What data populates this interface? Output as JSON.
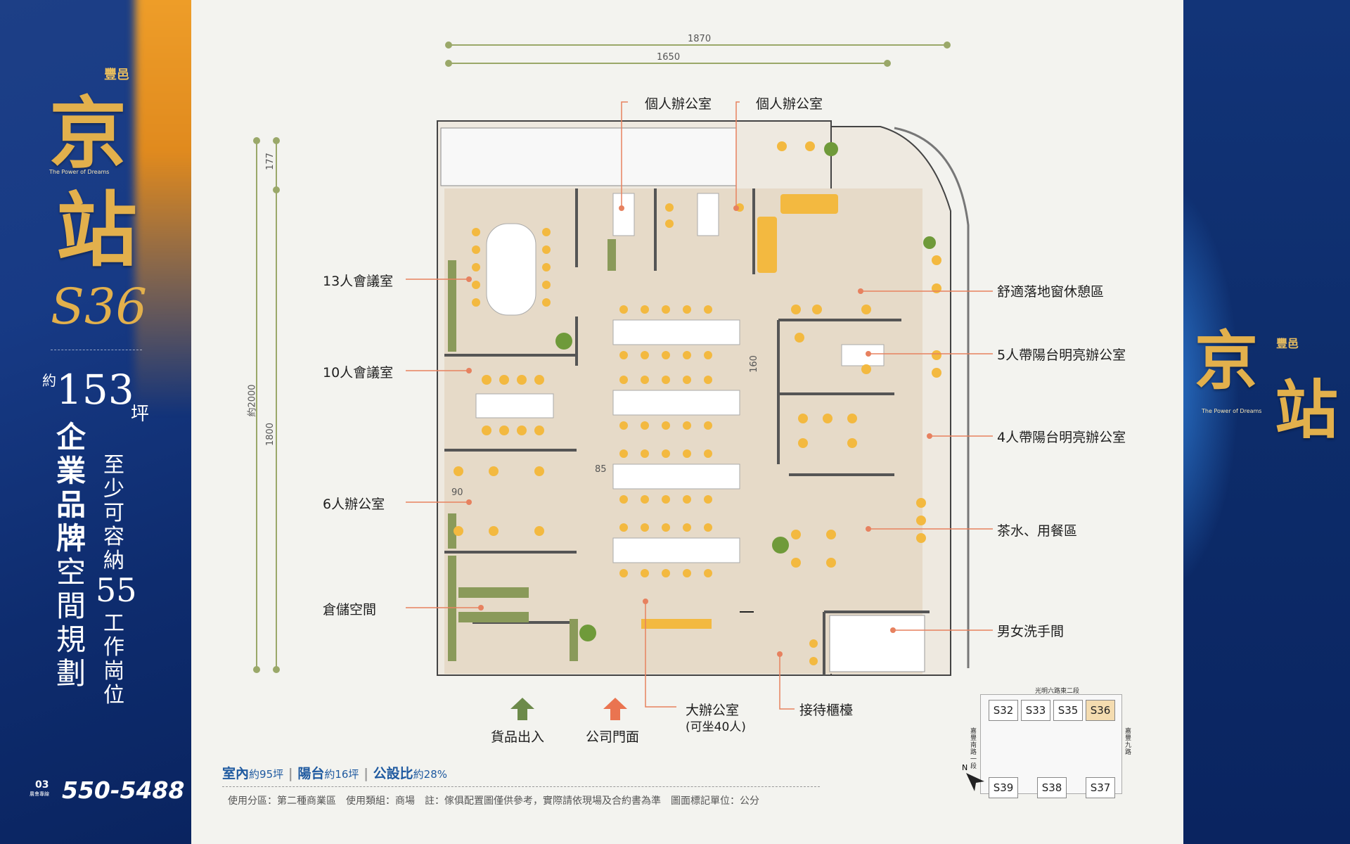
{
  "brand": {
    "name_small": "豐邑",
    "name_char_1": "京",
    "name_char_2": "站",
    "slogan": "The Power of Dreams",
    "unit_code": "S36"
  },
  "left": {
    "area_prefix": "約",
    "area_value": "153",
    "area_unit": "坪",
    "headline_1": "企業品牌",
    "headline_2": "空間規劃",
    "capacity_prefix": "至少可容納",
    "capacity_value": "55",
    "capacity_suffix": "工作崗位",
    "phone_area": "03",
    "phone_tag": "農會專線",
    "phone_number": "550-5488"
  },
  "dimensions": {
    "top_outer": "1870",
    "top_inner": "1650",
    "left_a": "177",
    "left_total": "約2000",
    "left_b": "1800",
    "aisle_160": "160",
    "aisle_85": "85",
    "aisle_90": "90"
  },
  "rooms": {
    "private_office_1": "個人辦公室",
    "private_office_2": "個人辦公室",
    "meeting_13": "13人會議室",
    "meeting_10": "10人會議室",
    "office_6": "6人辦公室",
    "storage": "倉儲空間",
    "lounge": "舒適落地窗休憩區",
    "office_5": "5人帶陽台明亮辦公室",
    "office_4": "4人帶陽台明亮辦公室",
    "pantry": "茶水、用餐區",
    "restrooms": "男女洗手間",
    "open_office": "大辦公室",
    "open_office_note": "(可坐40人)",
    "reception": "接待櫃檯",
    "goods_entry": "貨品出入",
    "main_entry": "公司門面"
  },
  "footer": {
    "indoor_label": "室內",
    "indoor_prefix": "約",
    "indoor_value": "95坪",
    "balcony_label": "陽台",
    "balcony_prefix": "約",
    "balcony_value": "16坪",
    "ratio_label": "公設比",
    "ratio_prefix": "約",
    "ratio_value": "28%",
    "note": "使用分區：第二種商業區　使用類組：商場　註：傢俱配置圖僅供參考，實際請依現場及合約書為準　圖面標記單位：公分"
  },
  "minimap": {
    "road_top": "光明六路東二段",
    "road_left": "嘉豐南路一段",
    "road_right": "嘉豐九路",
    "north": "N",
    "units": [
      "S32",
      "S33",
      "S35",
      "S36",
      "S39",
      "S38",
      "S37"
    ],
    "highlight_color": "#f4dcb0"
  },
  "colors": {
    "accent_orange": "#e7815f",
    "gold": "#e2b04c",
    "blue": "#1f5aa0",
    "arrow_green": "#6c8a4a"
  }
}
